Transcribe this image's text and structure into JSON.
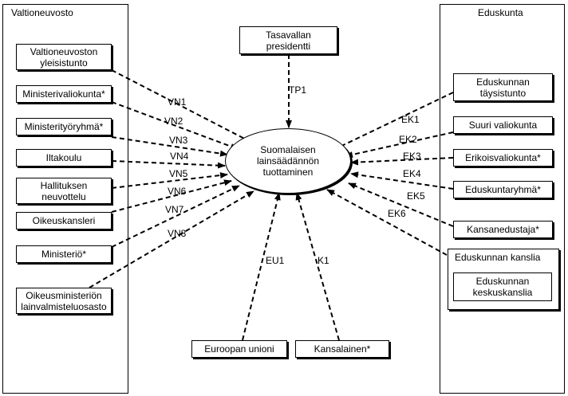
{
  "panels": {
    "valtioneuvosto": "Valtioneuvosto",
    "eduskunta": "Eduskunta",
    "kanslia": "Eduskunnan kanslia"
  },
  "center": "Suomalaisen\nlainsäädännön\ntuottaminen",
  "top": {
    "presidentti": "Tasavallan\npresidentti"
  },
  "left_nodes": {
    "yleisistunto": "Valtioneuvoston\nyleisistunto",
    "ministerivaliokunta": "Ministerivaliokunta*",
    "ministerityoryhma": "Ministerityöryhmä*",
    "iltakoulu": "Iltakoulu",
    "hallituksen_neuvottelu": "Hallituksen\nneuvottelu",
    "oikeuskansleri": "Oikeuskansleri",
    "ministerio": "Ministeriö*",
    "lainvalmistelu": "Oikeusministeriön\nlainvalmisteluosasto"
  },
  "right_nodes": {
    "taysistunto": "Eduskunnan\ntäysistunto",
    "suuri_valiokunta": "Suuri valiokunta",
    "erikoisvaliokunta": "Erikoisvaliokunta*",
    "eduskuntaryhma": "Eduskuntaryhmä*",
    "kansanedustaja": "Kansanedustaja*",
    "keskuskanslia": "Eduskunnan\nkeskuskanslia"
  },
  "bottom_nodes": {
    "eu": "Euroopan unioni",
    "kansalainen": "Kansalainen*"
  },
  "edge_labels": {
    "TP1": "TP1",
    "VN1": "VN1",
    "VN2": "VN2",
    "VN3": "VN3",
    "VN4": "VN4",
    "VN5": "VN5",
    "VN6": "VN6",
    "VN7": "VN7",
    "VN8": "VN8",
    "EK1": "EK1",
    "EK2": "EK2",
    "EK3": "EK3",
    "EK4": "EK4",
    "EK5": "EK5",
    "EK6": "EK6",
    "EU1": "EU1",
    "K1": "K1"
  }
}
